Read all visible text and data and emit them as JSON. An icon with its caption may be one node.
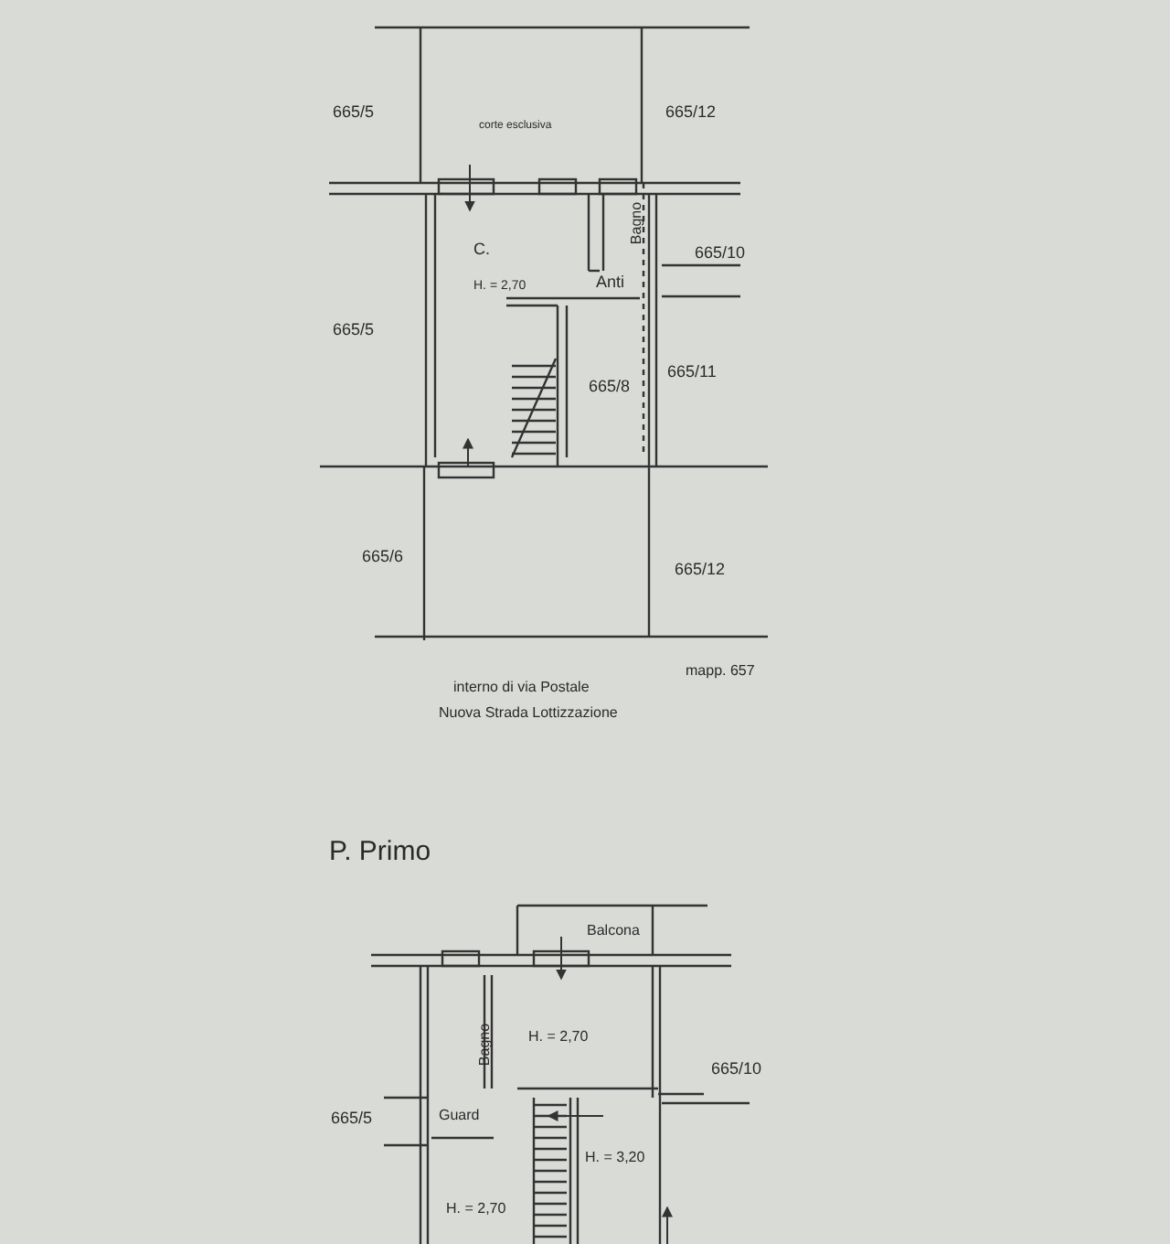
{
  "diagram": {
    "labels": [
      "665/5",
      "corte esclusiva",
      "665/12",
      "C.",
      "Bagno",
      "665/10",
      "H. = 2,70",
      "Anti",
      "665/5",
      "665/8",
      "665/11",
      "665/6",
      "665/12",
      "mapp. 657",
      "interno di via Postale",
      "Nuova Strada Lottizzazione",
      "P. Primo",
      "Balcona",
      "Bagno",
      "H. = 2,70",
      "Guard",
      "665/5",
      "665/10",
      "H. = 3,20",
      "H. = 2,70"
    ]
  }
}
